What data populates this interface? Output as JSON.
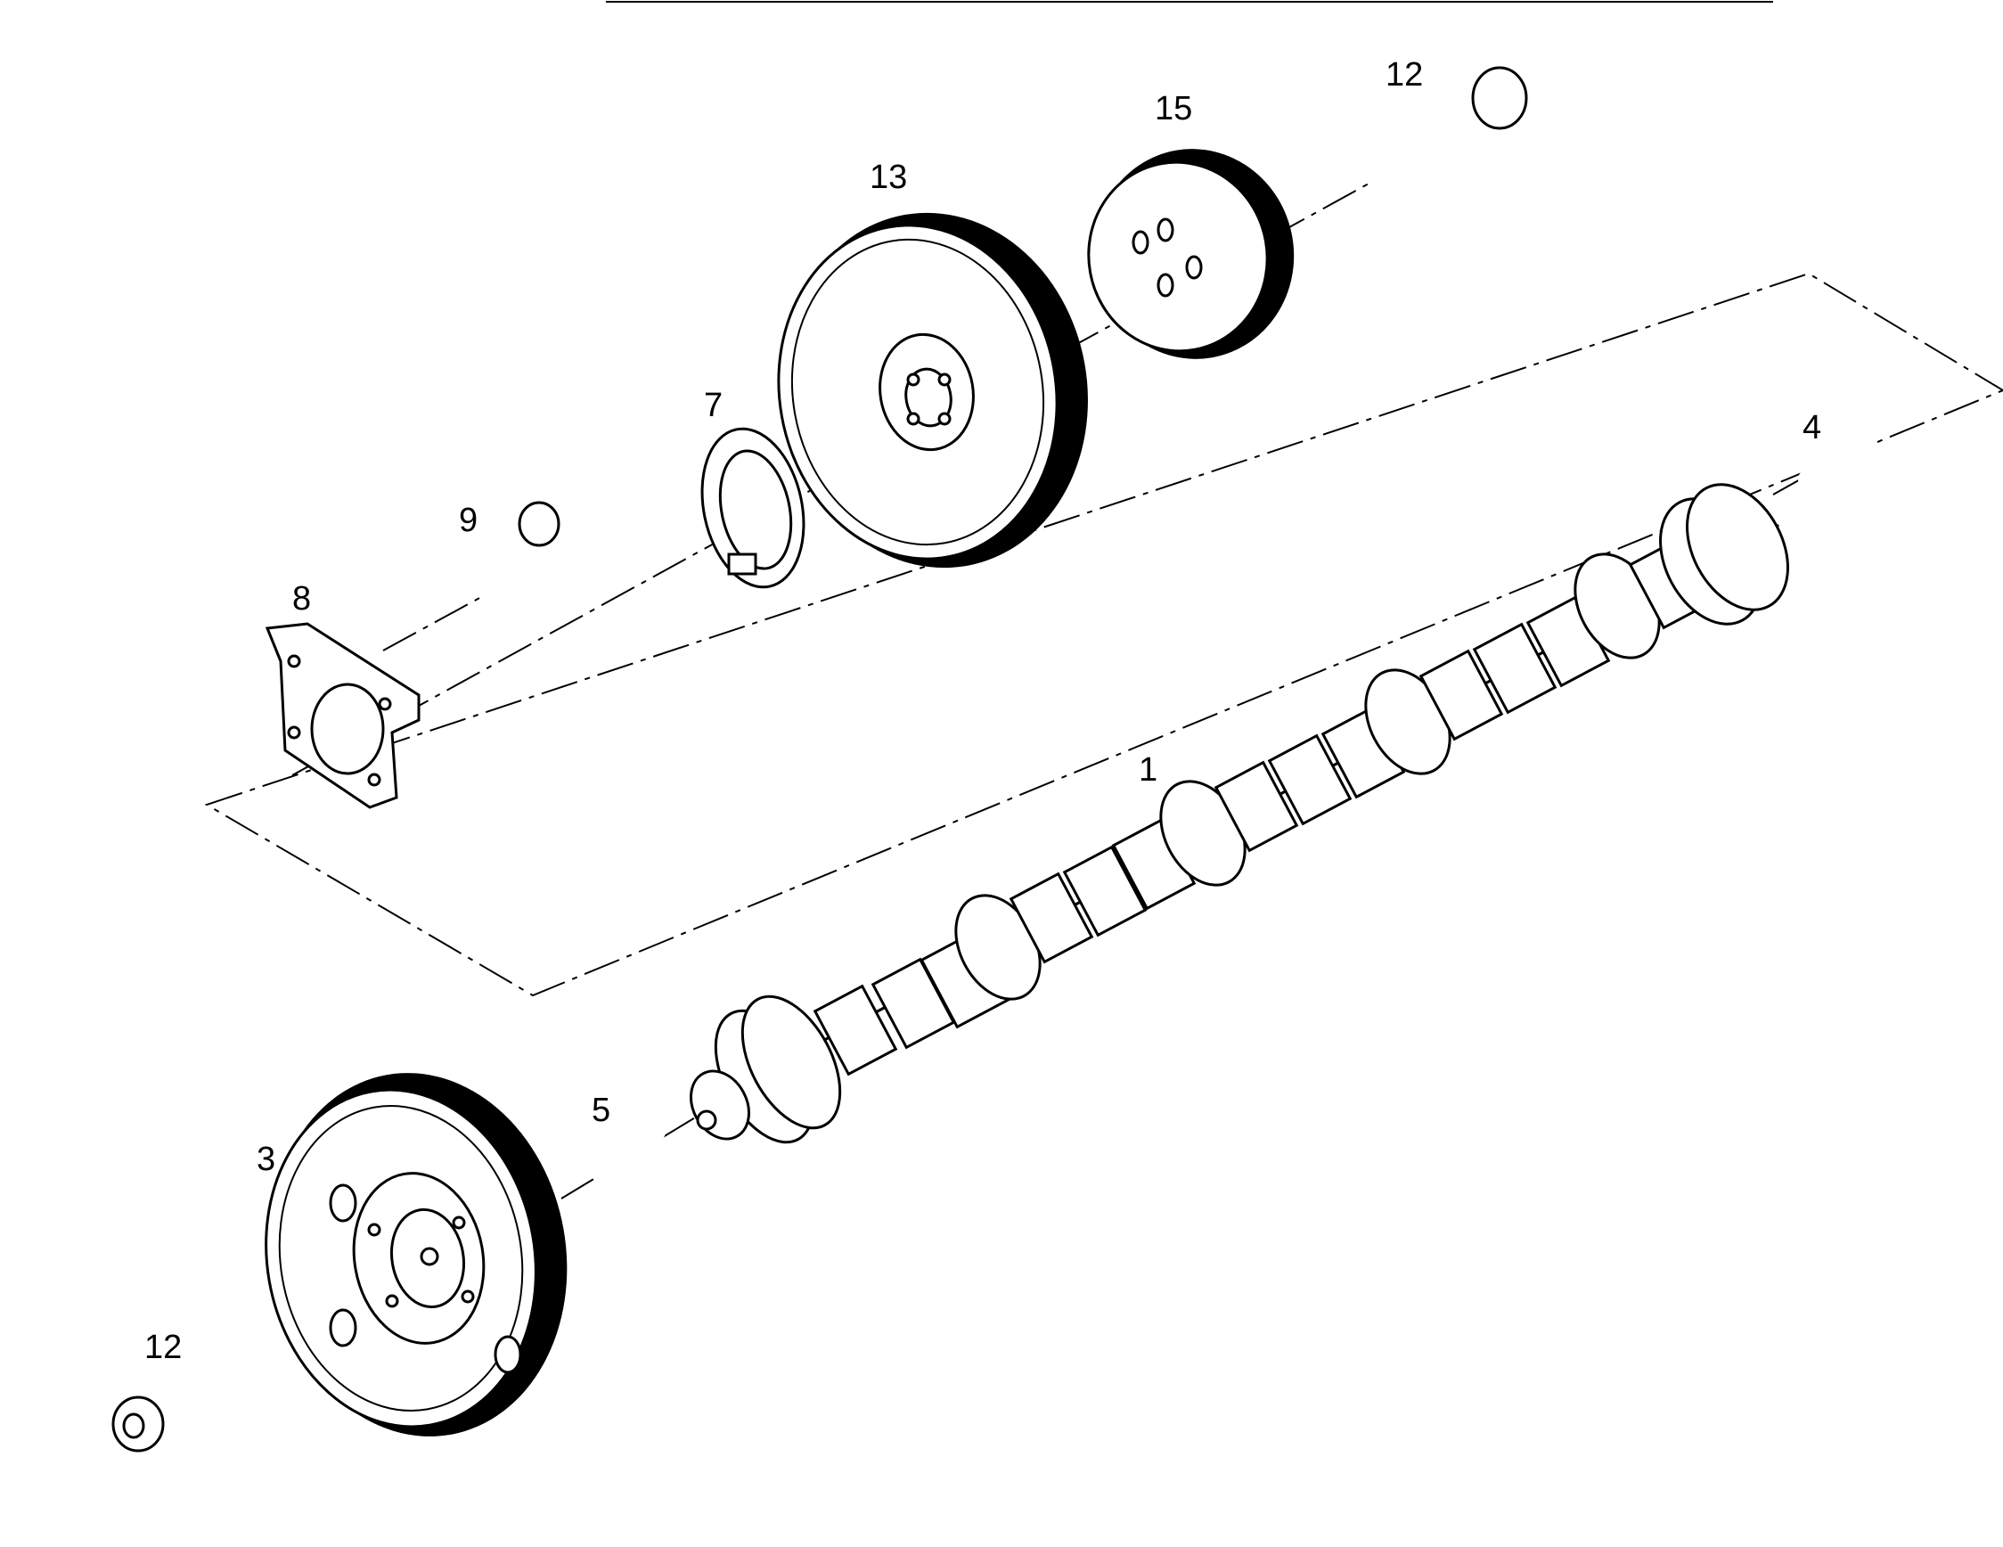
{
  "callouts": {
    "n1": "1",
    "n3": "3",
    "n4": "4",
    "n5": "5",
    "n7": "7",
    "n8": "8",
    "n9": "9",
    "n12_top": "12",
    "n12_bottom": "12",
    "n13": "13",
    "n15": "15"
  },
  "colors": {
    "ink": "#000000",
    "paper": "#ffffff"
  },
  "icons": {
    "camshaft": "camshaft-icon",
    "gear": "gear-icon",
    "bolt": "bolt-icon",
    "pin": "dowel-pin-icon",
    "washer": "thrust-washer-icon",
    "plate": "flange-plate-icon"
  }
}
